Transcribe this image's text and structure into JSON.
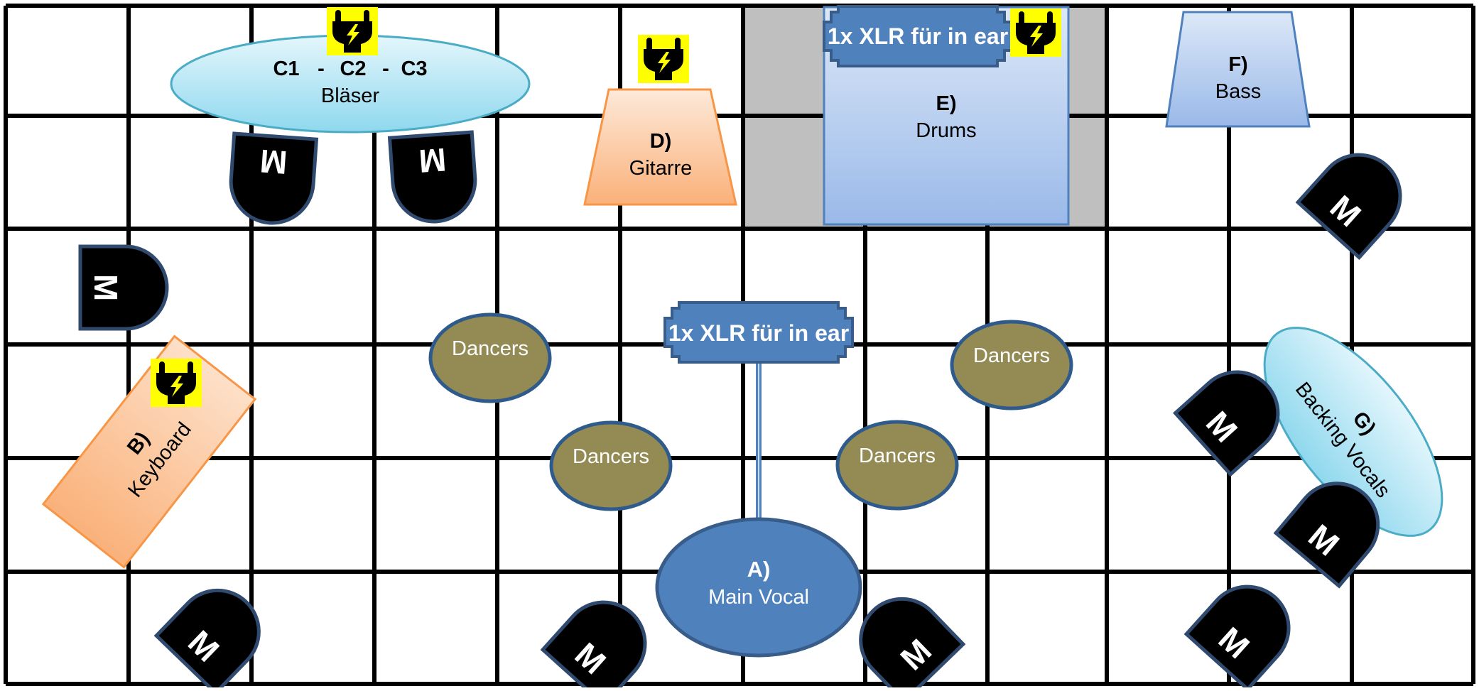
{
  "colors": {
    "grid_line": "#000000",
    "drum_riser": "#bfbfbf",
    "monitor_fill": "#000000",
    "monitor_stroke": "#2f4a6e",
    "power_bg": "#ffff00",
    "dancers_fill": "#948a54",
    "dancers_stroke": "#2e5a8c",
    "main_vocal_fill": "#4f81bd",
    "xlr_fill": "#4f81bd",
    "orange_fill": "#fbd4b4",
    "light_blue_fill": "#bde8f5",
    "blue_fill": "#c6d9f1"
  },
  "icons": {
    "monitor": "wedge-monitor-icon",
    "power": "power-plug-icon"
  },
  "stage": {
    "main_vocal": {
      "id": "A)",
      "name": "Main Vocal"
    },
    "keyboard": {
      "id": "B)",
      "name": "Keyboard"
    },
    "brass": {
      "c1": "C1",
      "sep1": "-",
      "c2": "C2",
      "sep2": "-",
      "c3": "C3",
      "name": "Bläser"
    },
    "guitar": {
      "id": "D)",
      "name": "Gitarre"
    },
    "drums": {
      "id": "E)",
      "name": "Drums"
    },
    "bass": {
      "id": "F)",
      "name": "Bass"
    },
    "backing_vocals": {
      "id": "G)",
      "name": "Backing Vocals"
    },
    "xlr_center": "1x XLR für in ear",
    "xlr_drums": "1x XLR für in ear",
    "dancers": [
      "Dancers",
      "Dancers",
      "Dancers",
      "Dancers"
    ],
    "monitor_letter": "M"
  }
}
